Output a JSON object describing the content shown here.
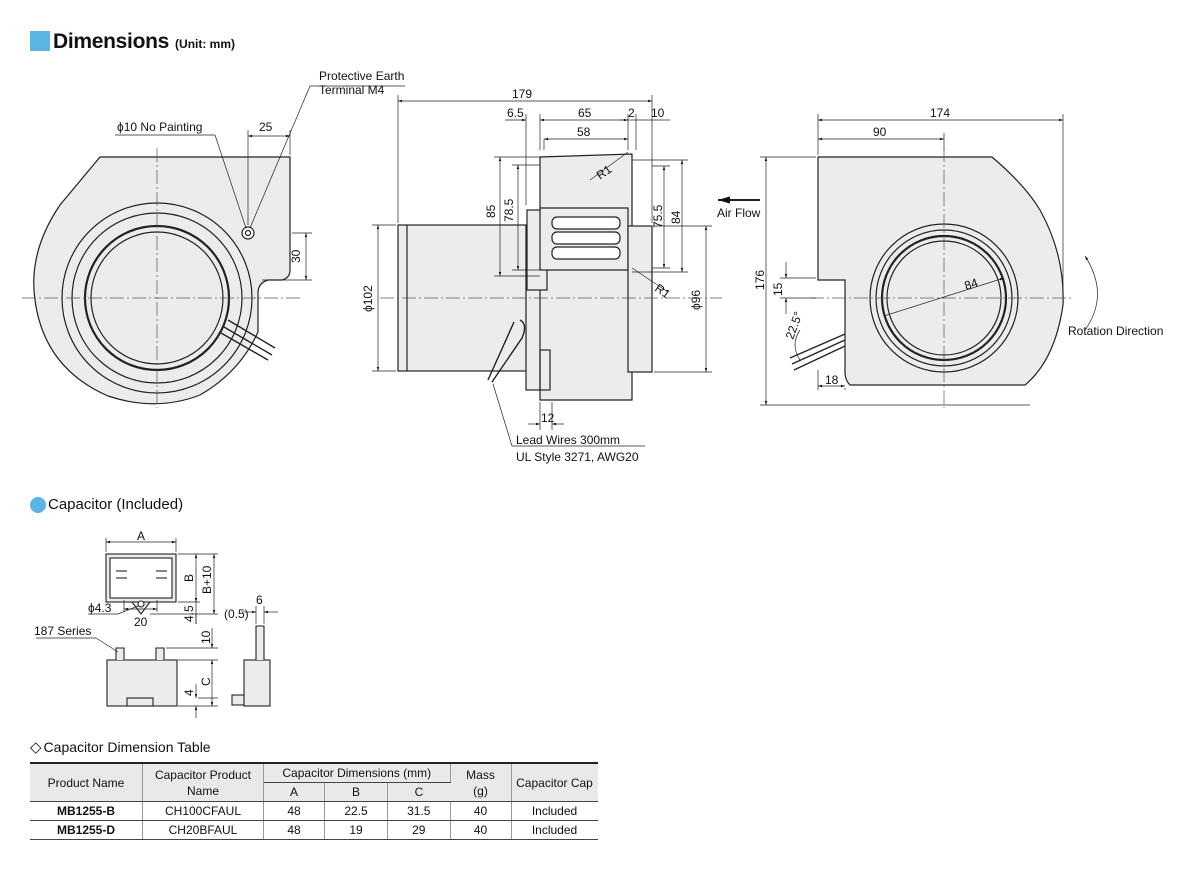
{
  "heading": {
    "title": "Dimensions",
    "unit": "(Unit: mm)"
  },
  "front_view": {
    "earth_label_1": "Protective Earth",
    "earth_label_2": "Terminal M4",
    "no_paint": "ϕ10  No Painting",
    "dim_25": "25",
    "dim_30": "30"
  },
  "side_view": {
    "dim_179": "179",
    "dim_6_5": "6.5",
    "dim_65": "65",
    "dim_2": "2",
    "dim_10": "10",
    "dim_58": "58",
    "dim_85": "85",
    "dim_78_5": "78.5",
    "dim_75_5": "75.5",
    "dim_84": "84",
    "r1_top": "R1",
    "r1_bottom": "R1",
    "phi102": "ϕ102",
    "phi96": "ϕ96",
    "dim_12": "12",
    "lead_1": "Lead Wires 300mm",
    "lead_2": "UL Style 3271, AWG20"
  },
  "rear_view": {
    "air_flow": "Air Flow",
    "dim_174": "174",
    "dim_90": "90",
    "dim_176": "176",
    "dim_15": "15",
    "dim_22_5": "22.5°",
    "dim_18": "18",
    "dim_84": "84",
    "rotation": "Rotation Direction"
  },
  "capacitor_section": {
    "title": "Capacitor (Included)",
    "A": "A",
    "B": "B",
    "B10": "B+10",
    "phi43": "ϕ4.3",
    "dim_20": "20",
    "dim_4_5": "4.5",
    "dim_0_5": "(0.5)",
    "dim_6": "6",
    "series": "187 Series",
    "dim_10": "10",
    "C": "C",
    "dim_4": "4"
  },
  "table": {
    "title": "Capacitor Dimension Table",
    "headers": {
      "product_name": "Product Name",
      "capacitor_product": "Capacitor Product",
      "capacitor_product_2": "Name",
      "dimensions": "Capacitor Dimensions (mm)",
      "A": "A",
      "B": "B",
      "C": "C",
      "mass": "Mass",
      "mass_unit": "(g)",
      "cap": "Capacitor Cap"
    },
    "rows": [
      {
        "product": "MB1255-B",
        "capacitor": "CH100CFAUL",
        "A": "48",
        "B": "22.5",
        "C": "31.5",
        "mass": "40",
        "cap": "Included"
      },
      {
        "product": "MB1255-D",
        "capacitor": "CH20BFAUL",
        "A": "48",
        "B": "19",
        "C": "29",
        "mass": "40",
        "cap": "Included"
      }
    ]
  }
}
